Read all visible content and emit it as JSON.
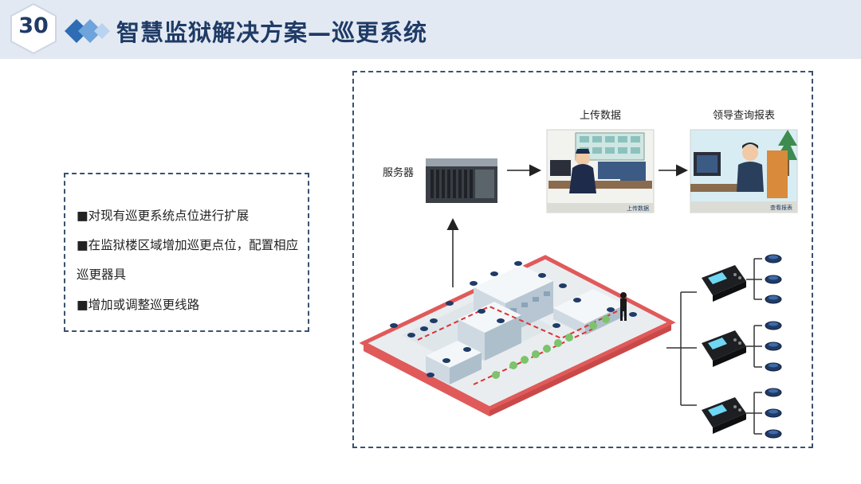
{
  "header": {
    "slide_number": "30",
    "title": "智慧监狱解决方案—巡更系统"
  },
  "left_panel": {
    "bullets": [
      "■对现有巡更系统点位进行扩展",
      "■在监狱楼区域增加巡更点位，配置相应",
      "巡更器具",
      "■增加或调整巡更线路"
    ]
  },
  "diagram": {
    "server_label": "服务器",
    "upload_label": "上传数据",
    "leader_label": "领导查询报表",
    "upload_caption": "上传数据",
    "report_caption": "查看报表"
  },
  "colors": {
    "accent": "#1f3b66",
    "header_bg": "#e3e9f3",
    "diamond": "#2e6db4",
    "border": "#3a5170"
  }
}
